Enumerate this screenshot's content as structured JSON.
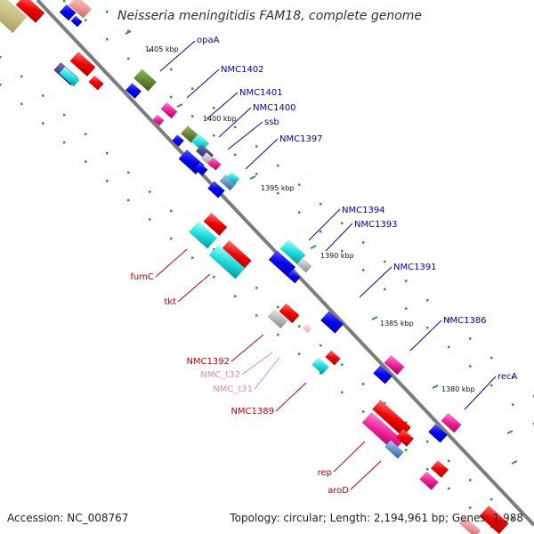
{
  "title": "Neisseria meningitidis FAM18, complete genome",
  "accession": "Accession: NC_008767",
  "topology": "Topology: circular; Length: 2,194,961 bp; Genes: 1,988",
  "colors": {
    "backbone": "#888888",
    "tick": "#339933",
    "forward_label": "#0000cc",
    "reverse_label": "#cc0000",
    "trna_label": "#ee88aa"
  },
  "kbp_labels": [
    "1405 kbp",
    "1400 kbp",
    "1395 kbp",
    "1390 kbp",
    "1385 kbp",
    "1380 kbp"
  ],
  "forward_genes": [
    "opaA",
    "NMC1402",
    "NMC1401",
    "NMC1400",
    "ssb",
    "NMC1397",
    "NMC1394",
    "NMC1393",
    "NMC1391",
    "NMC1386",
    "recA"
  ],
  "reverse_genes": [
    "fumC",
    "tkt",
    "NMC1392",
    "NMC1389",
    "rep",
    "aroD"
  ],
  "trna_genes": [
    "NMC_t32",
    "NMC_t31"
  ]
}
